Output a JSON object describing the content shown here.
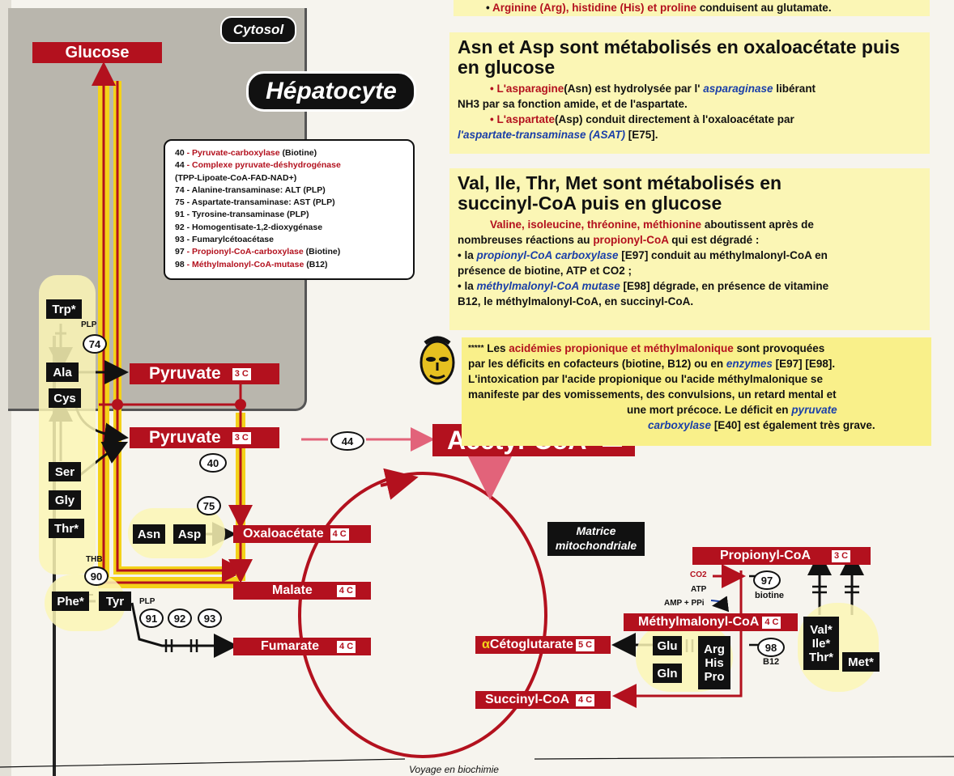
{
  "header_line": {
    "bullet": "•",
    "p1": "Arginine (Arg),",
    "p2": " histidine (His) et ",
    "p3": "proline",
    "p4": " conduisent au glutamate."
  },
  "cytosol": "Cytosol",
  "hepatocyte": "Hépatocyte",
  "glucose": "Glucose",
  "legend": [
    {
      "num": "40",
      "label": " - Pyruvate-carboxylase ",
      "extra": "(Biotine)",
      "red": true
    },
    {
      "num": "44",
      "label": " - Complexe pyruvate-déshydrogénase",
      "extra": "",
      "red": true
    },
    {
      "num": "",
      "label": "(TPP-Lipoate-CoA-FAD-NAD+)",
      "extra": "",
      "red": false
    },
    {
      "num": "74",
      "label": " - Alanine-transaminase: ALT (PLP)",
      "extra": "",
      "red": false
    },
    {
      "num": "75",
      "label": " - Aspartate-transaminase: AST (PLP)",
      "extra": "",
      "red": false
    },
    {
      "num": "91",
      "label": " - Tyrosine-transaminase (PLP)",
      "extra": "",
      "red": false
    },
    {
      "num": "92",
      "label": " - Homogentisate-1,2-dioxygénase",
      "extra": "",
      "red": false
    },
    {
      "num": "93",
      "label": " - Fumarylcétoacétase",
      "extra": "",
      "red": false
    },
    {
      "num": "97",
      "label": " - Propionyl-CoA-carboxylase ",
      "extra": "(Biotine)",
      "red": true
    },
    {
      "num": "98",
      "label": " - Méthylmalonyl-CoA-mutase ",
      "extra": "(B12)",
      "red": true
    }
  ],
  "aa_left": {
    "trp": "Trp*",
    "plp": "PLP",
    "e74": "74",
    "ala": "Ala",
    "cys": "Cys",
    "ser": "Ser",
    "gly": "Gly",
    "thr": "Thr*",
    "thb": "THB",
    "e90": "90",
    "phe": "Phe*",
    "tyr": "Tyr",
    "plp2": "PLP",
    "e91": "91",
    "e92": "92",
    "e93": "93",
    "asn": "Asn",
    "asp": "Asp",
    "e75": "75"
  },
  "nodes": {
    "pyruvate1": "Pyruvate",
    "pyruvate2": "Pyruvate",
    "c3": "3 C",
    "c4": "4 C",
    "c2": "2 C",
    "c5": "5 C",
    "acetyl": "Acétyl-CoA",
    "e44": "44",
    "e40": "40",
    "oxalo": "Oxaloacétate",
    "malate": "Malate",
    "fumarate": "Fumarate",
    "akg_a": "α",
    "akg": " Cétoglutarate",
    "succinyl": "Succinyl-CoA",
    "propionyl": "Propionyl-CoA",
    "methylmalonyl": "Méthylmalonyl-CoA"
  },
  "matrice": "Matrice mitochondriale",
  "right_aa": {
    "co2": "CO2",
    "atp": "ATP",
    "amp": "AMP + PPi",
    "e97": "97",
    "biotine": "biotine",
    "e98": "98",
    "b12": "B12",
    "glu": "Glu",
    "gln": "Gln",
    "arg": "Arg",
    "his": "His",
    "pro": "Pro",
    "val": "Val*",
    "ile": "Ile*",
    "thr": "Thr*",
    "met": "Met*"
  },
  "sec1": {
    "title": "Asn et Asp sont métabolisés en oxaloacétate puis en glucose",
    "l1a": "• L'asparagine",
    "l1b": "(Asn) est hydrolysée par l' ",
    "l1c": "asparaginase",
    "l1d": " libérant",
    "l2": "NH3 par sa fonction amide, et de l'aspartate.",
    "l3a": "• L'aspartate",
    "l3b": "(Asp) conduit directement à l'oxaloacétate par",
    "l4a": "l'aspartate-transaminase (ASAT)",
    "l4b": " [E75]."
  },
  "sec2": {
    "title": "Val, Ile, Thr, Met sont métabolisés en succinyl-CoA puis en glucose",
    "l1a": "Valine, isoleucine, thréonine, méthionine",
    "l1b": " aboutissent après de",
    "l2a": "nombreuses réactions au ",
    "l2b": "propionyl-CoA",
    "l2c": " qui est dégradé :",
    "l3a": "• la ",
    "l3b": "propionyl-CoA carboxylase",
    "l3c": " [E97] conduit au méthylmalonyl-CoA en",
    "l4": "présence de biotine, ATP et CO2 ;",
    "l5a": "• la ",
    "l5b": "méthylmalonyl-CoA mutase",
    "l5c": " [E98] dégrade, en présence de vitamine",
    "l6": "B12, le méthylmalonyl-CoA, en succinyl-CoA."
  },
  "sec3": {
    "stars": "*****",
    "l1a": "  Les ",
    "l1b": "acidémies propionique et méthylmalonique",
    "l1c": " sont provoquées",
    "l2a": "par les déficits en cofacteurs (biotine, B12) ou en ",
    "l2b": "enzymes",
    "l2c": " [E97] [E98].",
    "l3": "L'intoxication par l'acide propionique ou l'acide méthylmalonique se",
    "l4": "manifeste par des vomissements, des convulsions, un retard mental et",
    "l5a": "une mort précoce. Le déficit en ",
    "l5b": "pyruvate",
    "l6a": "carboxylase",
    "l6b": " [E40] est également très grave."
  },
  "footer": "Voyage en biochimie",
  "colors": {
    "red": "#b3111e",
    "yellow": "#f4d21a",
    "blue": "#1a3fa8",
    "highlight": "#fbf6b5"
  }
}
